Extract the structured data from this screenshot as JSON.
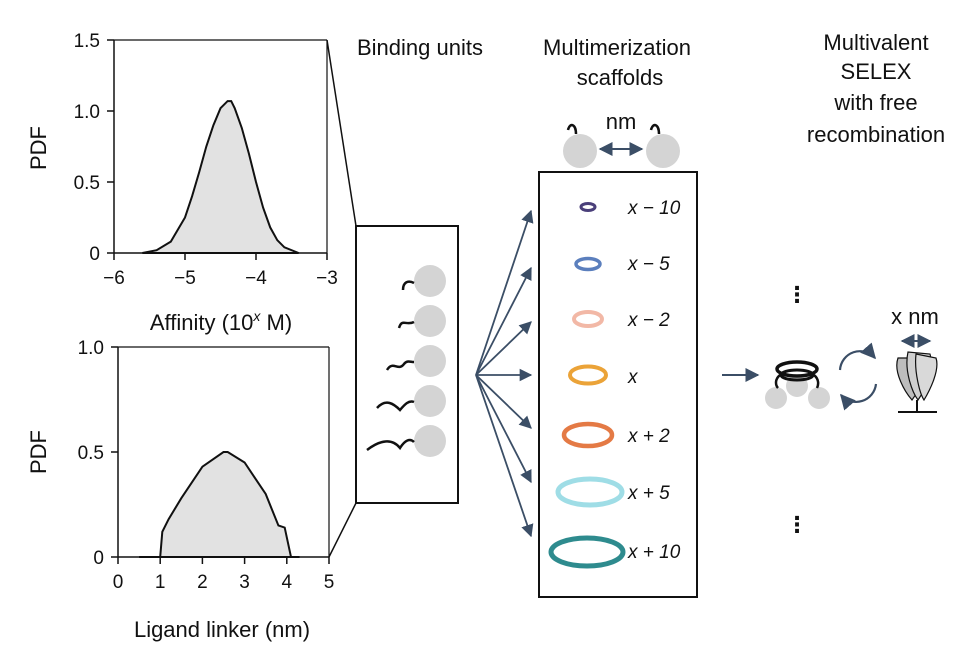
{
  "chart_data": [
    {
      "type": "area",
      "title": "",
      "xlabel_base": "Affinity (10",
      "xlabel_sup": "x",
      "xlabel_unit": " M)",
      "ylabel": "PDF",
      "xlim": [
        -6,
        -3
      ],
      "ylim": [
        0,
        1.5
      ],
      "x_ticks": [
        "−6",
        "−5",
        "−4",
        "−3"
      ],
      "x_tick_values": [
        -6,
        -5,
        -4,
        -3
      ],
      "y_ticks": [
        "0",
        "0.5",
        "1.0",
        "1.5"
      ],
      "y_tick_values": [
        0,
        0.5,
        1.0,
        1.5
      ],
      "series": [
        {
          "x": [
            -5.6,
            -5.4,
            -5.2,
            -5.0,
            -4.9,
            -4.8,
            -4.7,
            -4.6,
            -4.5,
            -4.4,
            -4.35,
            -4.3,
            -4.2,
            -4.1,
            -4.0,
            -3.9,
            -3.8,
            -3.7,
            -3.6,
            -3.4
          ],
          "y": [
            0.0,
            0.02,
            0.08,
            0.25,
            0.4,
            0.57,
            0.75,
            0.9,
            1.02,
            1.07,
            1.07,
            1.02,
            0.88,
            0.7,
            0.5,
            0.32,
            0.18,
            0.09,
            0.04,
            0.0
          ]
        }
      ]
    },
    {
      "type": "area",
      "title": "",
      "xlabel": "Ligand linker (nm)",
      "ylabel": "PDF",
      "xlim": [
        0,
        5
      ],
      "ylim": [
        0,
        1.0
      ],
      "x_ticks": [
        "0",
        "1",
        "2",
        "3",
        "4",
        "5"
      ],
      "x_tick_values": [
        0,
        1,
        2,
        3,
        4,
        5
      ],
      "y_ticks": [
        "0",
        "0.5",
        "1.0"
      ],
      "y_tick_values": [
        0,
        0.5,
        1.0
      ],
      "series": [
        {
          "x": [
            0.5,
            1.0,
            1.05,
            1.2,
            1.5,
            2.0,
            2.5,
            2.6,
            3.0,
            3.5,
            3.8,
            3.95,
            4.1,
            4.3
          ],
          "y": [
            0.0,
            0.0,
            0.12,
            0.18,
            0.28,
            0.43,
            0.5,
            0.5,
            0.45,
            0.3,
            0.15,
            0.14,
            0.0,
            0.0
          ]
        }
      ]
    }
  ],
  "diagram": {
    "column_titles": {
      "binding_units": "Binding units",
      "scaffolds_line1": "Multimerization",
      "scaffolds_line2": "scaffolds",
      "selex_line1": "Multivalent",
      "selex_line2": "SELEX",
      "selex_line3": "with free",
      "selex_line4": "recombination"
    },
    "distance_label": "nm",
    "target_distance_label": "x nm",
    "ellipsis": "⋮",
    "scaffolds": [
      {
        "label": "x − 10",
        "color": "#4a3f7a"
      },
      {
        "label": "x − 5",
        "color": "#5b7fbd"
      },
      {
        "label": "x − 2",
        "color": "#f2b8a6"
      },
      {
        "label": "x",
        "color": "#eba338"
      },
      {
        "label": "x + 2",
        "color": "#e47a45"
      },
      {
        "label": "x + 5",
        "color": "#9fdde6"
      },
      {
        "label": "x + 10",
        "color": "#2e8b8e"
      }
    ],
    "colors": {
      "fill_gray": "#e2e2e2",
      "bead_gray": "#d4d4d4",
      "arrow": "#3b4e66",
      "ink": "#111111"
    }
  }
}
